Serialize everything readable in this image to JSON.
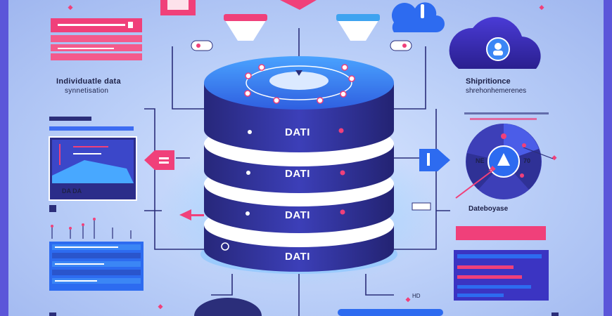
{
  "left_heading_line1": "Individuatle data",
  "left_heading_line2": "synnetisation",
  "right_heading_line1": "Shipritionce",
  "right_heading_line2": "shrehonhemerenes",
  "database_caption": "Dateboyase",
  "left_panel_tag": "DA DA",
  "gauge_left_label": "NE",
  "gauge_right_label": "70",
  "bottom_small_label": "HD",
  "disk_labels": [
    "DATI",
    "DATI",
    "DATI",
    "DATI"
  ],
  "colors": {
    "frame": "#5b56d9",
    "disk_dark": "#2f2f8f",
    "disk_mid": "#3d4fd6",
    "disk_top": "#3a8cf0",
    "accent_pink": "#f0407a",
    "accent_blue": "#2d6bf0",
    "ink": "#1d2148"
  },
  "icons": [
    "cloud-user-icon",
    "cloud-exclamation-icon",
    "folder-icon",
    "funnel-icon",
    "magnifier-icon",
    "arrow-icon"
  ]
}
